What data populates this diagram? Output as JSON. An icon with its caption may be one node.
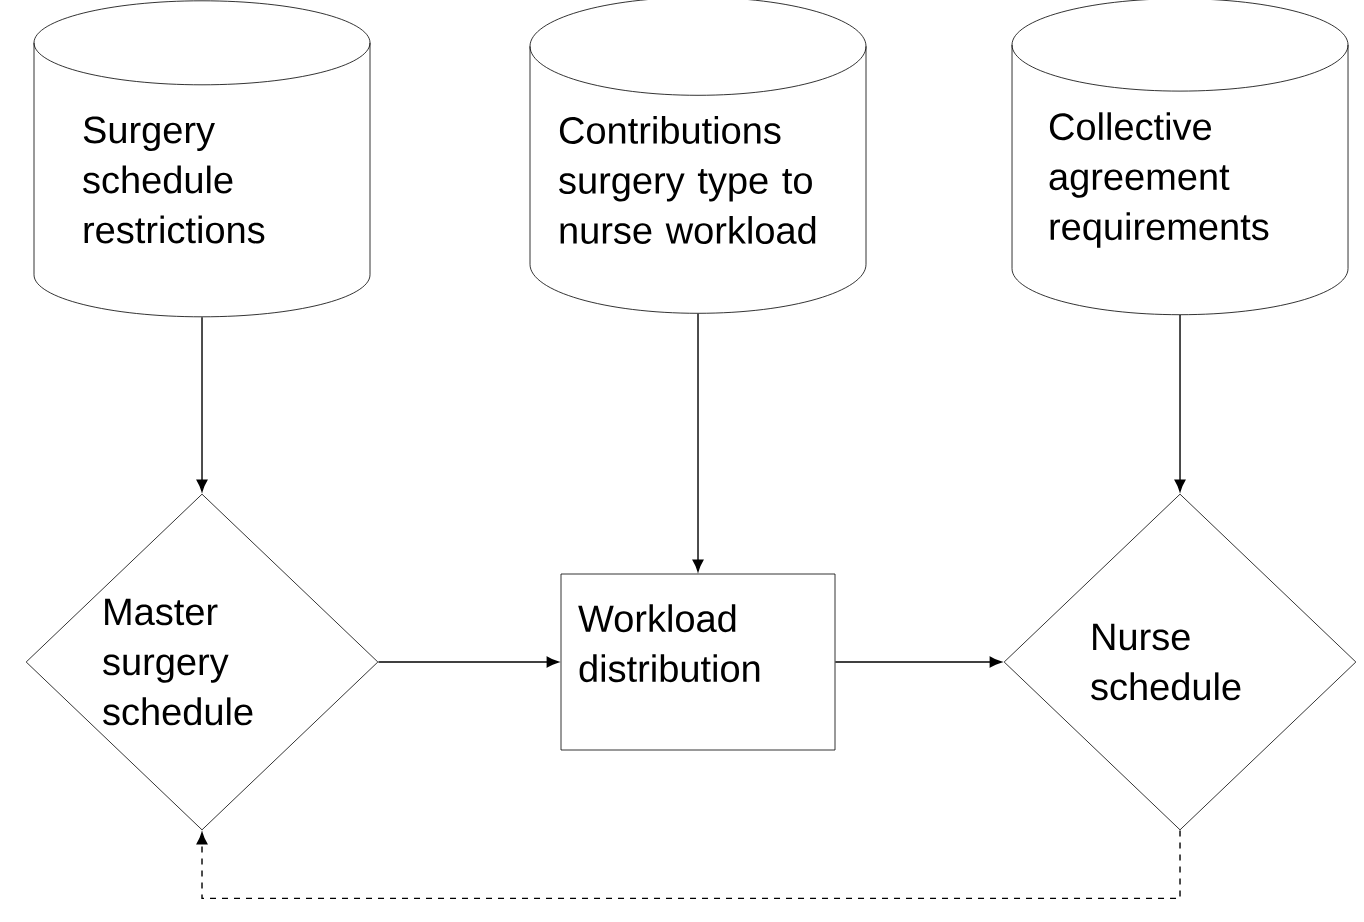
{
  "diagram": {
    "nodes": [
      {
        "text": [
          "Surgery schedule restrictions"
        ]
      },
      {
        "text": [
          "Contributions surgery type to nurse workload"
        ]
      },
      {
        "text": [
          "Collective agreement requirements"
        ]
      },
      {
        "text": [
          "Master surgery schedule"
        ]
      },
      {
        "text": [
          "Workload distribution"
        ]
      },
      {
        "text": [
          "Nurse schedule"
        ]
      }
    ],
    "edges": [
      {
        "from": 0,
        "to": 3,
        "arrow": "to"
      },
      {
        "from": 1,
        "to": 4,
        "arrow": "to"
      },
      {
        "from": 2,
        "to": 5,
        "arrow": "to"
      },
      {
        "from": 3,
        "to": 4,
        "arrow": "to"
      },
      {
        "from": 4,
        "to": 5,
        "arrow": "to"
      },
      {
        "from": 5,
        "to": 3,
        "arrow": "to",
        "style": "dashed"
      }
    ]
  }
}
